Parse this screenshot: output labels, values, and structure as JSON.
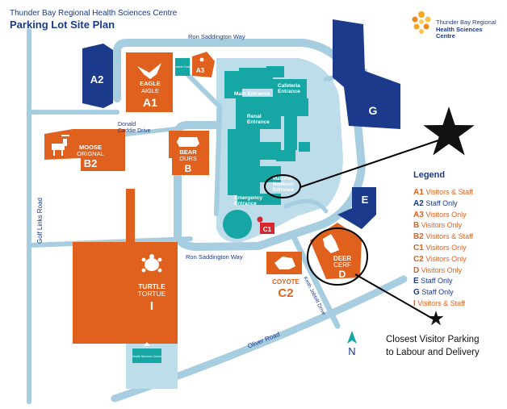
{
  "header": {
    "organization": "Thunder Bay Regional Health Sciences Centre",
    "title": "Parking Lot Site Plan"
  },
  "logo": {
    "line1": "Thunder Bay Regional",
    "line2": "Health Sciences",
    "line3": "Centre"
  },
  "streets": {
    "ron_saddington_top": "Ron Saddington Way",
    "ron_saddington_bottom": "Ron Saddington Way",
    "donald_caddie_line1": "Donald",
    "donald_caddie_line2": "Caddie Drive",
    "golf_links": "Golf Links Road",
    "oliver": "Oliver Road",
    "keith_jobbitt": "Keith Jobbitt Drive"
  },
  "lots": {
    "a1": {
      "name1": "EAGLE",
      "name2": "AIGLE",
      "code": "A1"
    },
    "a2": {
      "code": "A2"
    },
    "a3": {
      "code": "A3"
    },
    "b": {
      "name1": "BEAR",
      "name2": "OURS",
      "code": "B"
    },
    "b2": {
      "name1": "MOOSE",
      "name2": "ORIGNAL",
      "code": "B2"
    },
    "c1": {
      "code": "C1"
    },
    "c2": {
      "name": "COYOTE",
      "code": "C2"
    },
    "d": {
      "name1": "DEER",
      "name2": "CERF",
      "code": "D"
    },
    "e": {
      "code": "E"
    },
    "g": {
      "code": "G"
    },
    "i": {
      "name1": "TURTLE",
      "name2": "TORTUE",
      "code": "I"
    }
  },
  "entrances": {
    "main": "Main Entrance",
    "cafeteria1": "Cafeteria",
    "cafeteria2": "Entrance",
    "renal1": "Renal",
    "renal2": "Entrance",
    "maternal1": "Maternal",
    "maternal2": "Newborn",
    "maternal3": "Entrance",
    "emergency1": "Emergency",
    "emergency2": "Entrance",
    "medical_centre": "Medical Centre",
    "health_services": "Health Services Centre"
  },
  "north_label": "N",
  "legend": {
    "title": "Legend",
    "items": [
      {
        "code": "A1",
        "desc": "Visitors & Staff",
        "color": "#e0611e"
      },
      {
        "code": "A2",
        "desc": "Staff Only",
        "color": "#1b3a8c"
      },
      {
        "code": "A3",
        "desc": "Visitors Only",
        "color": "#e0611e"
      },
      {
        "code": "B",
        "desc": "Visitors Only",
        "color": "#e0611e"
      },
      {
        "code": "B2",
        "desc": "Visitors & Staff",
        "color": "#e0611e"
      },
      {
        "code": "C1",
        "desc": "Visitors Only",
        "color": "#e0611e"
      },
      {
        "code": "C2",
        "desc": "Visitors Only",
        "color": "#e0611e"
      },
      {
        "code": "D",
        "desc": "Visitors Only",
        "color": "#e0611e"
      },
      {
        "code": "E",
        "desc": "Staff Only",
        "color": "#1b3a8c"
      },
      {
        "code": "G",
        "desc": "Staff Only",
        "color": "#1b3a8c"
      },
      {
        "code": "I",
        "desc": "Visitors & Staff",
        "color": "#e0611e"
      }
    ]
  },
  "annotation": {
    "line1": "Closest Visitor Parking",
    "line2": "to Labour and Delivery"
  },
  "colors": {
    "road": "#a7cde0",
    "visitor_lot": "#e0611e",
    "staff_lot": "#1b3a8c",
    "building": "#16a6a3",
    "grounds": "#bcdde9",
    "red_lot": "#d8262c"
  }
}
